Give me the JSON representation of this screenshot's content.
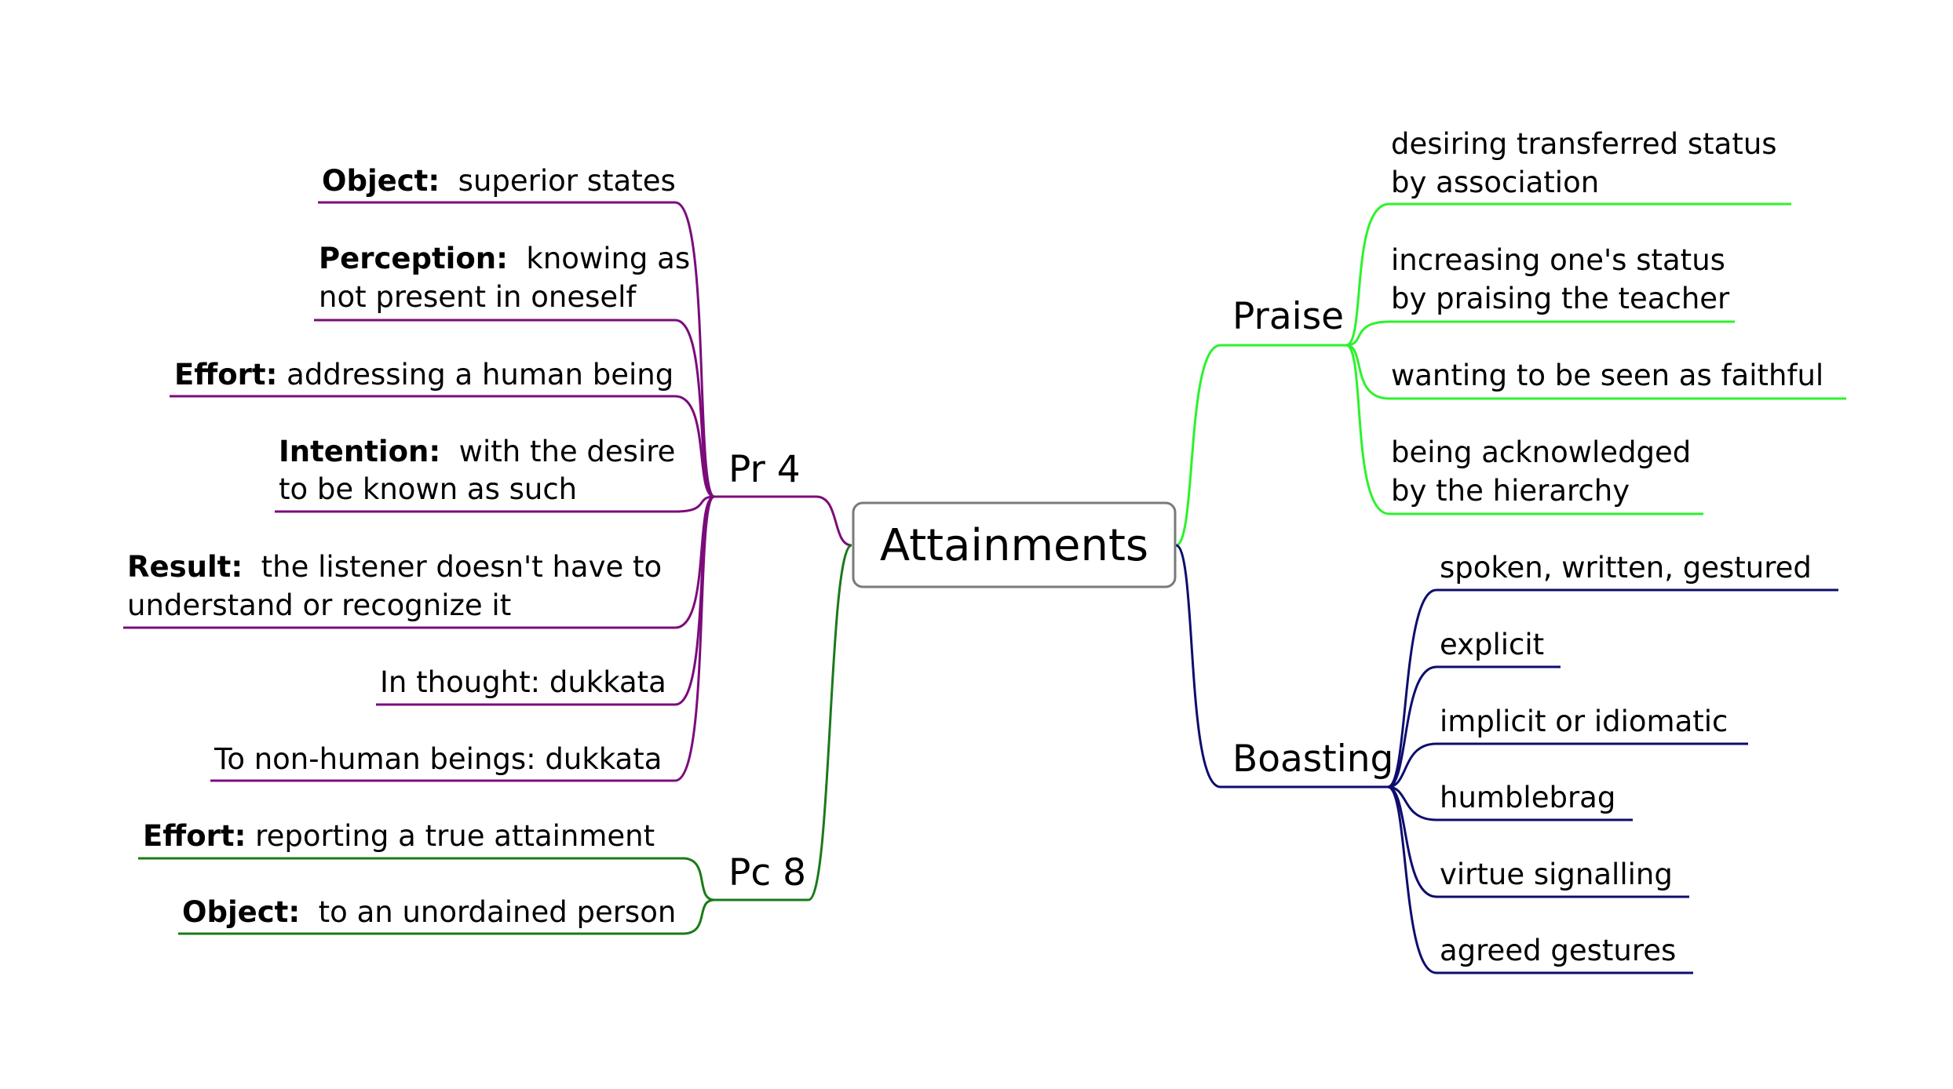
{
  "root": {
    "label": "Attainments"
  },
  "colors": {
    "pr4": "#7b0c7b",
    "pc8": "#1a7a1a",
    "praise": "#2cf22c",
    "boasting": "#0d0d6e",
    "root_border": "#7a7a7a"
  },
  "branches": {
    "pr4": {
      "label": "Pr 4",
      "items": [
        {
          "line1": [
            {
              "text": "Object:",
              "bold": true
            },
            {
              "text": "  superior states"
            }
          ]
        },
        {
          "line1": [
            {
              "text": "Perception:",
              "bold": true
            },
            {
              "text": "  knowing as"
            }
          ],
          "line2": "not present in oneself"
        },
        {
          "line1": [
            {
              "text": "Effort:",
              "bold": true
            },
            {
              "text": " addressing a human being"
            }
          ]
        },
        {
          "line1": [
            {
              "text": "Intention:",
              "bold": true
            },
            {
              "text": "  with the desire"
            }
          ],
          "line2": "to be known as such"
        },
        {
          "line1": [
            {
              "text": "Result:",
              "bold": true
            },
            {
              "text": "  the listener doesn't have to"
            }
          ],
          "line2": "understand or recognize it"
        },
        {
          "line1": [
            {
              "text": "In thought: dukkata"
            }
          ]
        },
        {
          "line1": [
            {
              "text": "To non-human beings: dukkata"
            }
          ]
        }
      ]
    },
    "pc8": {
      "label": "Pc 8",
      "items": [
        {
          "line1": [
            {
              "text": "Effort:",
              "bold": true
            },
            {
              "text": " reporting a true attainment"
            }
          ]
        },
        {
          "line1": [
            {
              "text": "Object:",
              "bold": true
            },
            {
              "text": "  to an unordained person"
            }
          ]
        }
      ]
    },
    "praise": {
      "label": "Praise",
      "items": [
        {
          "line1": [
            {
              "text": "desiring transferred status"
            }
          ],
          "line2": "by association"
        },
        {
          "line1": [
            {
              "text": "increasing one's status"
            }
          ],
          "line2": "by praising the teacher"
        },
        {
          "line1": [
            {
              "text": "wanting to be seen as faithful"
            }
          ]
        },
        {
          "line1": [
            {
              "text": "being acknowledged"
            }
          ],
          "line2": "by the hierarchy"
        }
      ]
    },
    "boasting": {
      "label": "Boasting",
      "items": [
        {
          "line1": [
            {
              "text": "spoken, written, gestured"
            }
          ]
        },
        {
          "line1": [
            {
              "text": "explicit"
            }
          ]
        },
        {
          "line1": [
            {
              "text": "implicit or idiomatic"
            }
          ]
        },
        {
          "line1": [
            {
              "text": "humblebrag"
            }
          ]
        },
        {
          "line1": [
            {
              "text": "virtue signalling"
            }
          ]
        },
        {
          "line1": [
            {
              "text": "agreed gestures"
            }
          ]
        }
      ]
    }
  }
}
